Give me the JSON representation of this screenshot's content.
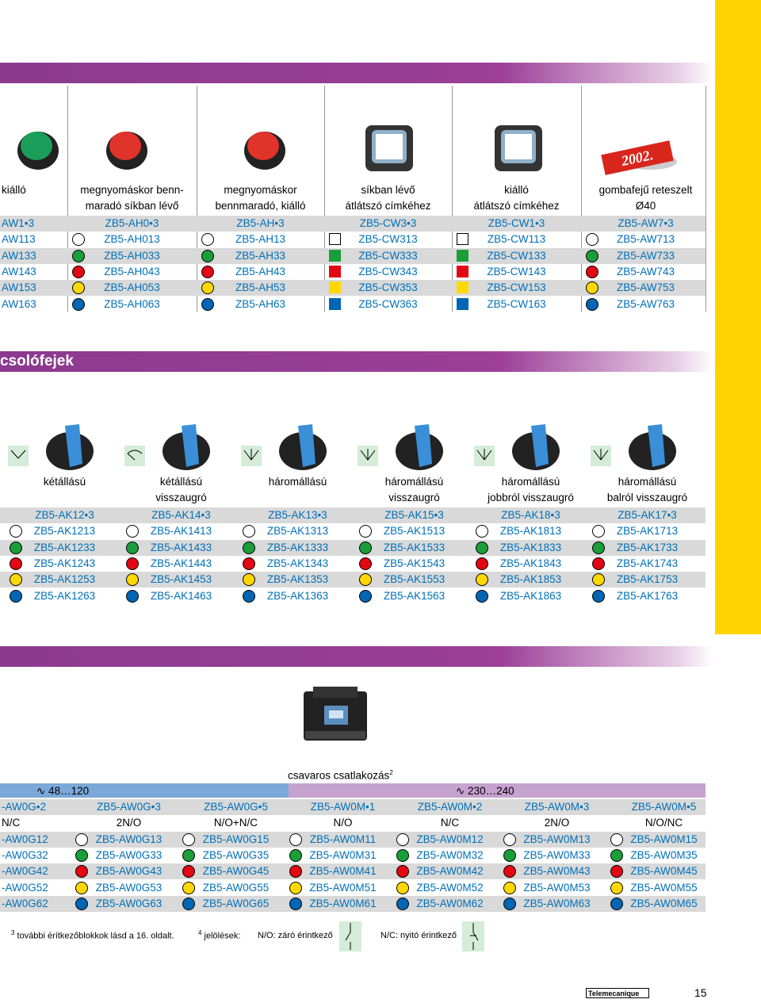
{
  "colors": {
    "white": "#ffffff",
    "green": "#1a9e3a",
    "red": "#e30613",
    "yellow": "#ffd800",
    "blue": "#0066b3"
  },
  "section1": {
    "headers": [
      [
        "kiálló",
        ""
      ],
      [
        "megnyomáskor benn-",
        "maradó síkban lévő"
      ],
      [
        "megnyomáskor",
        "bennmaradó, kiálló"
      ],
      [
        "síkban lévő",
        "átlátszó címkéhez"
      ],
      [
        "kiálló",
        "átlátszó címkéhez"
      ],
      [
        "gombafejű reteszelt",
        "Ø40"
      ]
    ],
    "badge": "2002.",
    "rows": [
      [
        "AW1•3",
        "ZB5-AH0•3",
        "ZB5-AH•3",
        "ZB5-CW3•3",
        "ZB5-CW1•3",
        "ZB5-AW7•3"
      ],
      [
        "AW113",
        "ZB5-AH013",
        "ZB5-AH13",
        "ZB5-CW313",
        "ZB5-CW113",
        "ZB5-AW713"
      ],
      [
        "AW133",
        "ZB5-AH033",
        "ZB5-AH33",
        "ZB5-CW333",
        "ZB5-CW133",
        "ZB5-AW733"
      ],
      [
        "AW143",
        "ZB5-AH043",
        "ZB5-AH43",
        "ZB5-CW343",
        "ZB5-CW143",
        "ZB5-AW743"
      ],
      [
        "AW153",
        "ZB5-AH053",
        "ZB5-AH53",
        "ZB5-CW353",
        "ZB5-CW153",
        "ZB5-AW753"
      ],
      [
        "AW163",
        "ZB5-AH063",
        "ZB5-AH63",
        "ZB5-CW363",
        "ZB5-CW163",
        "ZB5-AW763"
      ]
    ]
  },
  "section2": {
    "title": "csolófejek",
    "headers": [
      [
        "kétállású",
        ""
      ],
      [
        "kétállású",
        "visszaugró"
      ],
      [
        "háromállású",
        ""
      ],
      [
        "háromállású",
        "visszaugró"
      ],
      [
        "háromállású",
        "jobbról visszaugró"
      ],
      [
        "háromállású",
        "balról visszaugró"
      ]
    ],
    "rows": [
      [
        "ZB5-AK12•3",
        "ZB5-AK14•3",
        "ZB5-AK13•3",
        "ZB5-AK15•3",
        "ZB5-AK18•3",
        "ZB5-AK17•3"
      ],
      [
        "ZB5-AK1213",
        "ZB5-AK1413",
        "ZB5-AK1313",
        "ZB5-AK1513",
        "ZB5-AK1813",
        "ZB5-AK1713"
      ],
      [
        "ZB5-AK1233",
        "ZB5-AK1433",
        "ZB5-AK1333",
        "ZB5-AK1533",
        "ZB5-AK1833",
        "ZB5-AK1733"
      ],
      [
        "ZB5-AK1243",
        "ZB5-AK1443",
        "ZB5-AK1343",
        "ZB5-AK1543",
        "ZB5-AK1843",
        "ZB5-AK1743"
      ],
      [
        "ZB5-AK1253",
        "ZB5-AK1453",
        "ZB5-AK1353",
        "ZB5-AK1553",
        "ZB5-AK1853",
        "ZB5-AK1753"
      ],
      [
        "ZB5-AK1263",
        "ZB5-AK1463",
        "ZB5-AK1363",
        "ZB5-AK1563",
        "ZB5-AK1863",
        "ZB5-AK1763"
      ]
    ]
  },
  "section3": {
    "caption": "csavaros csatlakozás",
    "caption_sup": "2",
    "volt_left": "48…120",
    "volt_right": "230…240",
    "rows": [
      [
        "-AW0G•2",
        "ZB5-AW0G•3",
        "ZB5-AW0G•5",
        "ZB5-AW0M•1",
        "ZB5-AW0M•2",
        "ZB5-AW0M•3",
        "ZB5-AW0M•5"
      ],
      [
        "N/C",
        "2N/O",
        "N/O+N/C",
        "N/O",
        "N/C",
        "2N/O",
        "N/O/NC"
      ],
      [
        "-AW0G12",
        "ZB5-AW0G13",
        "ZB5-AW0G15",
        "ZB5-AW0M11",
        "ZB5-AW0M12",
        "ZB5-AW0M13",
        "ZB5-AW0M15"
      ],
      [
        "-AW0G32",
        "ZB5-AW0G33",
        "ZB5-AW0G35",
        "ZB5-AW0M31",
        "ZB5-AW0M32",
        "ZB5-AW0M33",
        "ZB5-AW0M35"
      ],
      [
        "-AW0G42",
        "ZB5-AW0G43",
        "ZB5-AW0G45",
        "ZB5-AW0M41",
        "ZB5-AW0M42",
        "ZB5-AW0M43",
        "ZB5-AW0M45"
      ],
      [
        "-AW0G52",
        "ZB5-AW0G53",
        "ZB5-AW0G55",
        "ZB5-AW0M51",
        "ZB5-AW0M52",
        "ZB5-AW0M53",
        "ZB5-AW0M55"
      ],
      [
        "-AW0G62",
        "ZB5-AW0G63",
        "ZB5-AW0G65",
        "ZB5-AW0M61",
        "ZB5-AW0M62",
        "ZB5-AW0M63",
        "ZB5-AW0M65"
      ]
    ]
  },
  "footer": {
    "note3_sup": "3",
    "note3": "további érítkezőblokkok lásd a 16. oldalt.",
    "note4_sup": "4",
    "note4": "jelölések:",
    "no_label": "N/O: záró érintkező",
    "nc_label": "N/C: nyitó érintkező",
    "brand": "Telemecanique",
    "page": "15"
  }
}
